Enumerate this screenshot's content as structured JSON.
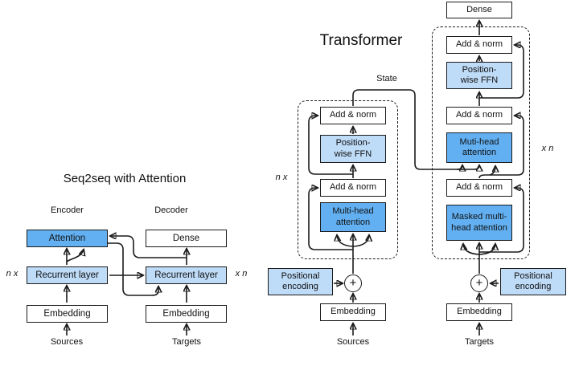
{
  "colors": {
    "attention_blue": "#62b0f2",
    "layer_light_blue": "#bedbf7",
    "box_white": "#ffffff",
    "line_black": "#1a1a1a",
    "background": "#ffffff"
  },
  "seq2seq": {
    "title": "Seq2seq with Attention",
    "encoder_label": "Encoder",
    "decoder_label": "Decoder",
    "repeat_left": "n x",
    "repeat_right": "x n",
    "attention": "Attention",
    "encoder_recurrent": "Recurrent layer",
    "encoder_embedding": "Embedding",
    "dense": "Dense",
    "decoder_recurrent": "Recurrent layer",
    "decoder_embedding": "Embedding",
    "sources_label": "Sources",
    "targets_label": "Targets"
  },
  "transformer": {
    "title": "Transformer",
    "state_label": "State",
    "encoder_repeat_label": "n x",
    "decoder_repeat_label": "x n",
    "encoder": {
      "sources_label": "Sources",
      "embedding": "Embedding",
      "positional_encoding": "Positional encoding",
      "plus_sign": "+",
      "multi_head_attention": "Multi-head attention",
      "add_norm_1": "Add & norm",
      "position_wise_ffn": "Position-wise FFN",
      "add_norm_2": "Add & norm"
    },
    "decoder": {
      "targets_label": "Targets",
      "embedding": "Embedding",
      "positional_encoding": "Positional encoding",
      "plus_sign": "+",
      "masked_multi_head_attention": "Masked multi-head attention",
      "add_norm_1": "Add & norm",
      "muti_head_attention": "Muti-head attention",
      "add_norm_2": "Add & norm",
      "position_wise_ffn": "Position-wise FFN",
      "add_norm_3": "Add & norm",
      "dense": "Dense"
    }
  }
}
